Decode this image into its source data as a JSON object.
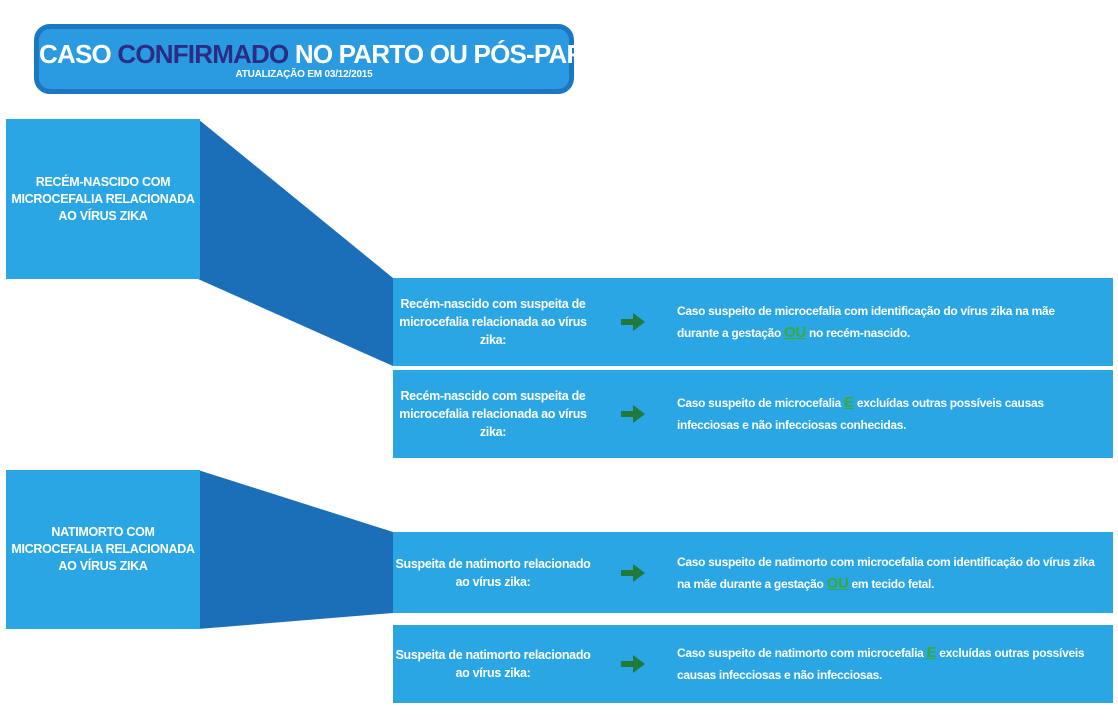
{
  "header": {
    "title_before": "CASO ",
    "title_accent": "CONFIRMADO",
    "title_after": " NO PARTO OU PÓS-PARTO:",
    "subtitle": "ATUALIZAÇÃO EM 03/12/2015"
  },
  "groups": [
    {
      "label": "RECÉM-NASCIDO COM MICROCEFALIA RELACIONADA AO VÍRUS ZIKA",
      "rows": [
        {
          "condition": "Recém-nascido com suspeita de microcefalia relacionada ao vírus zika:",
          "text_before": "Caso suspeito de microcefalia com identificação do vírus zika na mãe durante a gestação ",
          "conjunction": "OU",
          "text_after": " no recém-nascido."
        },
        {
          "condition": "Recém-nascido com suspeita de microcefalia relacionada ao vírus zika:",
          "text_before": "Caso suspeito de microcefalia ",
          "conjunction": "E",
          "text_after": " excluídas outras possíveis causas infecciosas e não infecciosas conhecidas."
        }
      ]
    },
    {
      "label": "NATIMORTO COM MICROCEFALIA RELACIONADA AO VÍRUS ZIKA",
      "rows": [
        {
          "condition": "Suspeita de natimorto relacionado ao vírus zika:",
          "text_before": "Caso suspeito de natimorto com microcefalia com identificação do vírus zika na mãe durante a gestação ",
          "conjunction": "OU",
          "text_after": " em tecido fetal."
        },
        {
          "condition": "Suspeita de natimorto relacionado ao vírus zika:",
          "text_before": "Caso suspeito de natimorto com microcefalia ",
          "conjunction": "E",
          "text_after": " excluídas outras possíveis causas infecciosas e não infecciosas."
        }
      ]
    }
  ],
  "colors": {
    "box_light": "#29a6e3",
    "box_dark": "#1b6fb8",
    "title_accent": "#2b2c84",
    "conjunction": "#3aaa35",
    "arrow": "#1f7a3c"
  },
  "icons": {
    "row_arrow": "arrow-right-icon"
  }
}
